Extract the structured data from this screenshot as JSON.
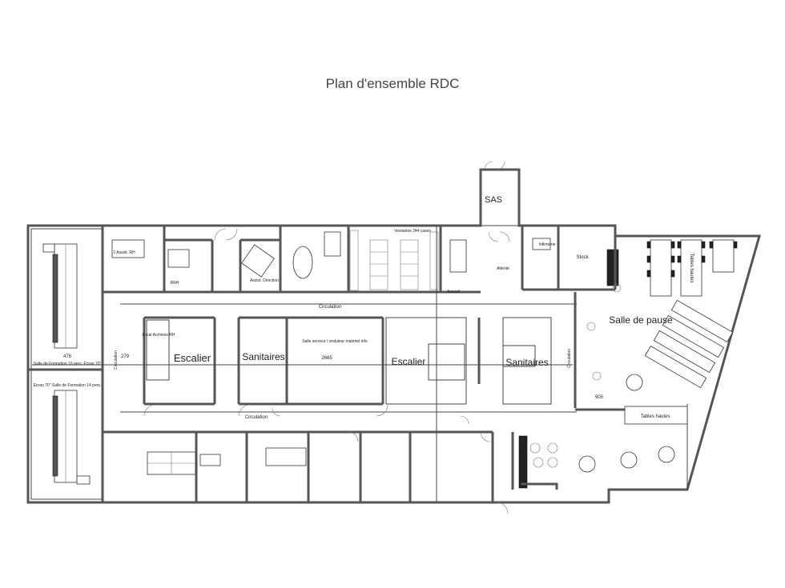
{
  "title": "Plan d'ensemble RDC",
  "rooms": {
    "sas": "SAS",
    "vestiaires": "Vestiaires 244 cases",
    "infirmerie": "Infirmerie",
    "stock": "Stock",
    "tables_hautes_top": "Tables hautes",
    "salle_de_pause": "Salle de pause",
    "circulation_top": "Circulation",
    "circulation_bottom": "Circulation",
    "circulation_left": "Circulation",
    "circulation_right": "Circulation",
    "escalier_left": "Escalier",
    "escalier_right": "Escalier",
    "sanitaires_left": "Sanitaires",
    "sanitaires_right": "Sanitaires",
    "local_archives": "Local Archives RH",
    "salle_serveur": "Salle serveur / onduleur matériel info",
    "salle_formation_16": "Salle de Formation 16 pers. Ecran 70\"",
    "salle_formation_14": "Ecran 70\" Salle de Formation 14 pers.",
    "assist_direction": "Assist. Direction",
    "assist_rh": "1 Assist. RH",
    "rrh": "RRH",
    "accueil": "Accueil",
    "attente": "Attente",
    "tables_hautes_bottom": "Tables hautes"
  },
  "dimensions": {
    "d478": "478",
    "d279": "279",
    "d2665": "2665",
    "d905": "905"
  }
}
